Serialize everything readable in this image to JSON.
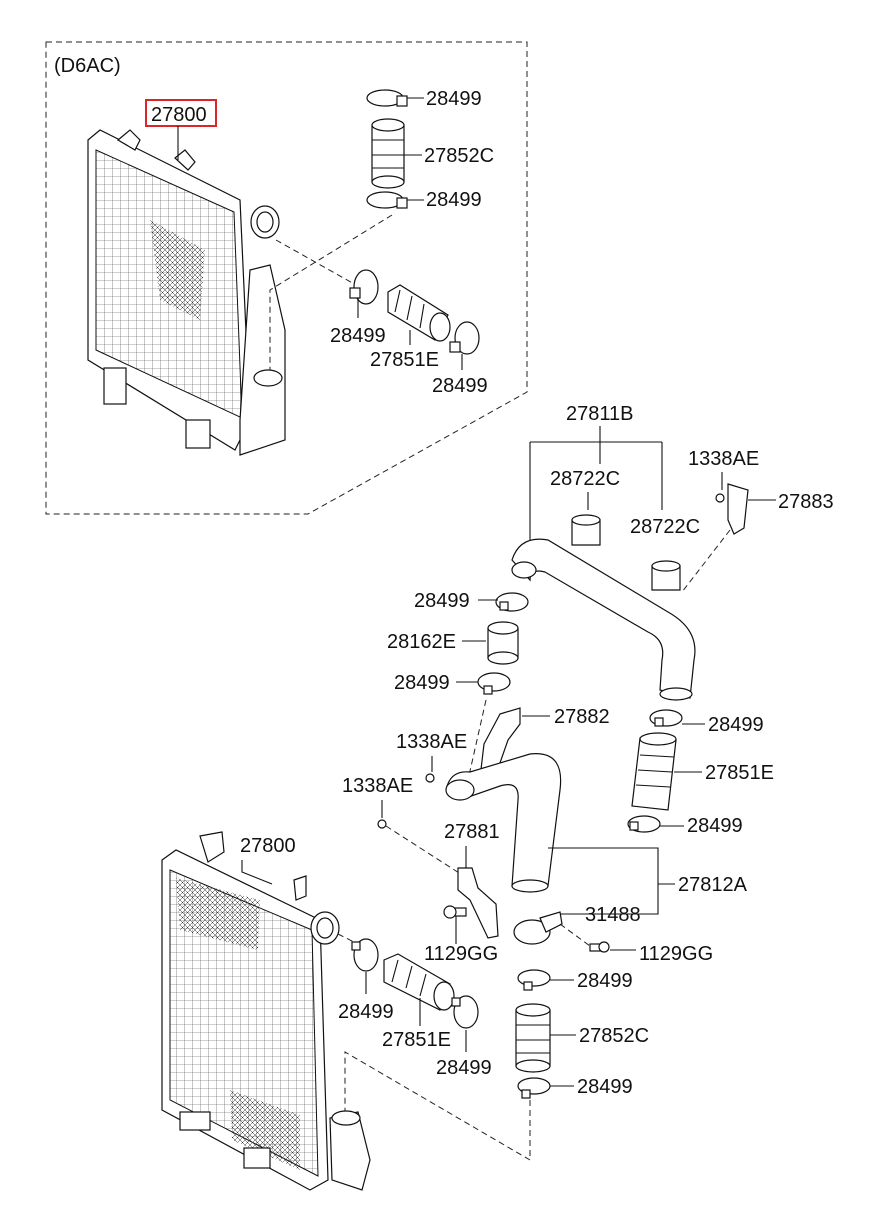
{
  "variant_label": "(D6AC)",
  "highlight_color": "#d9262c",
  "labels": {
    "intercooler_top": "27800",
    "clamp_a1": "28499",
    "hose_a": "27852C",
    "clamp_a2": "28499",
    "clamp_b1": "28499",
    "hose_b": "27851E",
    "clamp_b2": "28499",
    "pipe_upper": "27811B",
    "grommet_1": "28722C",
    "grommet_2": "28722C",
    "nut_1": "1338AE",
    "bracket_1": "27883",
    "clamp_c1": "28499",
    "hose_c": "28162E",
    "clamp_c2": "28499",
    "bracket_2": "27882",
    "nut_2": "1338AE",
    "nut_3": "1338AE",
    "clamp_d1": "28499",
    "hose_d": "27851E",
    "clamp_d2": "28499",
    "bracket_3": "27881",
    "intercooler_bottom": "27800",
    "pipe_lower": "27812A",
    "clamp_bracket": "31488",
    "bolt_1": "1129GG",
    "bolt_2": "1129GG",
    "clamp_e1": "28499",
    "hose_e": "27852C",
    "clamp_e2": "28499",
    "clamp_f1": "28499",
    "hose_f": "27851E",
    "clamp_f2": "28499"
  }
}
